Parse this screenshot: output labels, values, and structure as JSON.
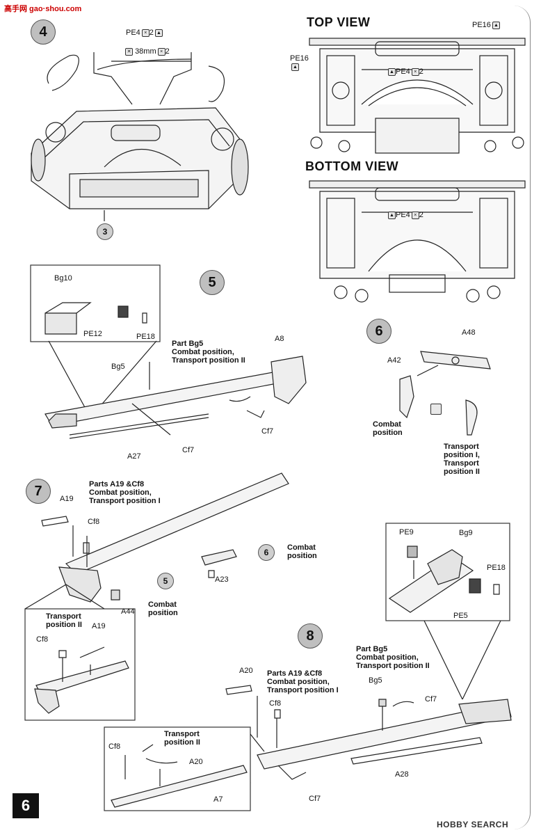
{
  "watermark": "高手网 gao·shou.com",
  "page_number": "6",
  "brand": "HOBBY SEARCH",
  "steps": {
    "s4": {
      "num": "4",
      "ref3": "3",
      "pe4": "PE4",
      "x2": "2",
      "length": "38mm"
    },
    "top_view": {
      "title": "TOP VIEW",
      "pe16_left": "PE16",
      "pe16_right": "PE16",
      "pe4": "PE4",
      "x2": "2"
    },
    "bottom_view": {
      "title": "BOTTOM VIEW",
      "pe4": "PE4",
      "x2": "2"
    },
    "s5": {
      "num": "5",
      "bg10": "Bg10",
      "pe12": "PE12",
      "pe18": "PE18",
      "note_part": "Part Bg5",
      "note_l1": "Combat position,",
      "note_l2": "Transport position II",
      "bg5": "Bg5",
      "a8": "A8",
      "cf7a": "Cf7",
      "cf7b": "Cf7",
      "a27": "A27"
    },
    "s6": {
      "num": "6",
      "a48": "A48",
      "a42": "A42",
      "combat_l1": "Combat",
      "combat_l2": "position",
      "transport_l1": "Transport",
      "transport_l2": "position I,",
      "transport_l3": "Transport",
      "transport_l4": "position II"
    },
    "s7": {
      "num": "7",
      "note_l1": "Parts A19 &Cf8",
      "note_l2": "Combat position,",
      "note_l3": "Transport position I",
      "a19": "A19",
      "cf8": "Cf8",
      "a23": "A23",
      "ref5": "5",
      "ref6": "6",
      "combat_l1": "Combat",
      "combat_l2": "position",
      "a44": "A44",
      "combat2_l1": "Combat",
      "combat2_l2": "position",
      "inset_l1": "Transport",
      "inset_l2": "position II",
      "inset_cf8": "Cf8",
      "inset_a19": "A19"
    },
    "s8": {
      "num": "8",
      "pe9": "PE9",
      "bg9": "Bg9",
      "pe18": "PE18",
      "pe5": "PE5",
      "bg5_note_part": "Part Bg5",
      "bg5_note_l1": "Combat position,",
      "bg5_note_l2": "Transport position II",
      "bg5": "Bg5",
      "cf7a": "Cf7",
      "a20": "A20",
      "note_l1": "Parts A19 &Cf8",
      "note_l2": "Combat position,",
      "note_l3": "Transport position I",
      "cf8": "Cf8",
      "a28": "A28",
      "cf7b": "Cf7",
      "a7": "A7",
      "inset_l1": "Transport",
      "inset_l2": "position II",
      "inset_cf8": "Cf8",
      "inset_a20": "A20"
    }
  }
}
